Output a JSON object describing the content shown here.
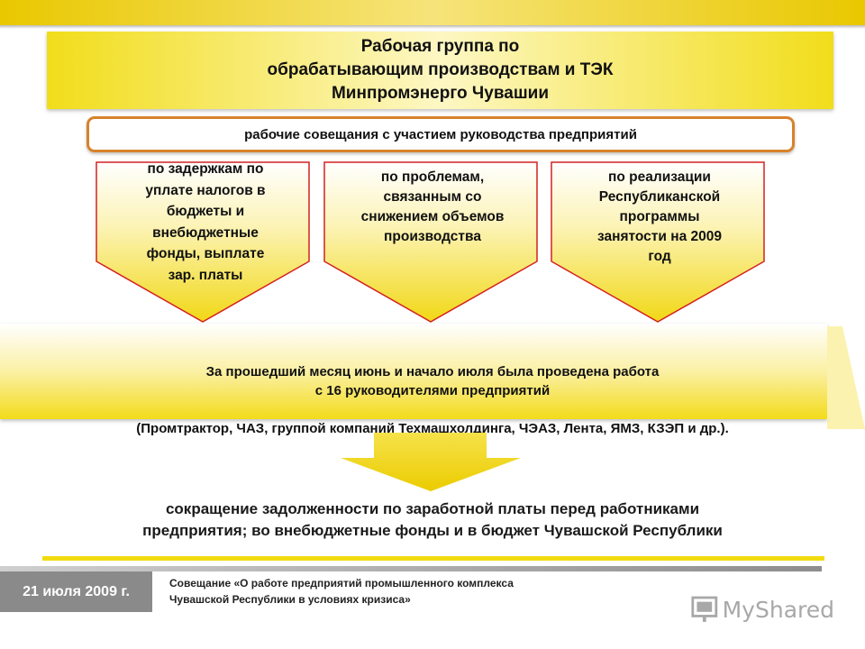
{
  "header": {
    "title": "Рабочая группа по\nобрабатывающим производствам и ТЭК\nМинпромэнерго Чувашии"
  },
  "meeting": {
    "label": "рабочие совещания с участием руководства предприятий"
  },
  "topics": [
    {
      "label": "по задержкам по\nуплате налогов в\nбюджеты и\nвнебюджетные\nфонды, выплате\nзар. платы"
    },
    {
      "label": "по проблемам,\nсвязанным со\nснижением объемов\nпроизводства"
    },
    {
      "label": "по реализации\nРеспубликанской\nпрограммы\nзанятости на 2009\nгод"
    }
  ],
  "result": {
    "text": "За прошедший месяц июнь и начало июля была проведена работа\nс 16 руководителями предприятий",
    "companies": "(Промтрактор, ЧАЗ, группой компаний Техмашхолдинга, ЧЭАЗ, Лента, ЯМЗ, КЗЭП и др.)."
  },
  "outcome": {
    "text": "сокращение задолженности по заработной платы перед работниками\nпредприятия; во внебюджетные фонды и в бюджет Чувашской Республики"
  },
  "footer": {
    "date": "21 июля 2009 г.",
    "meeting_title": "Совещание «О работе предприятий промышленного комплекса\nЧувашской Республики в условиях кризиса»"
  },
  "watermark": {
    "text": "MyShared",
    "icon": "presentation-icon"
  },
  "colors": {
    "accent_yellow": "#f2dc10",
    "arrow_border": "#d42020",
    "meeting_border": "#d8822a",
    "date_background": "#8a8a8a"
  }
}
